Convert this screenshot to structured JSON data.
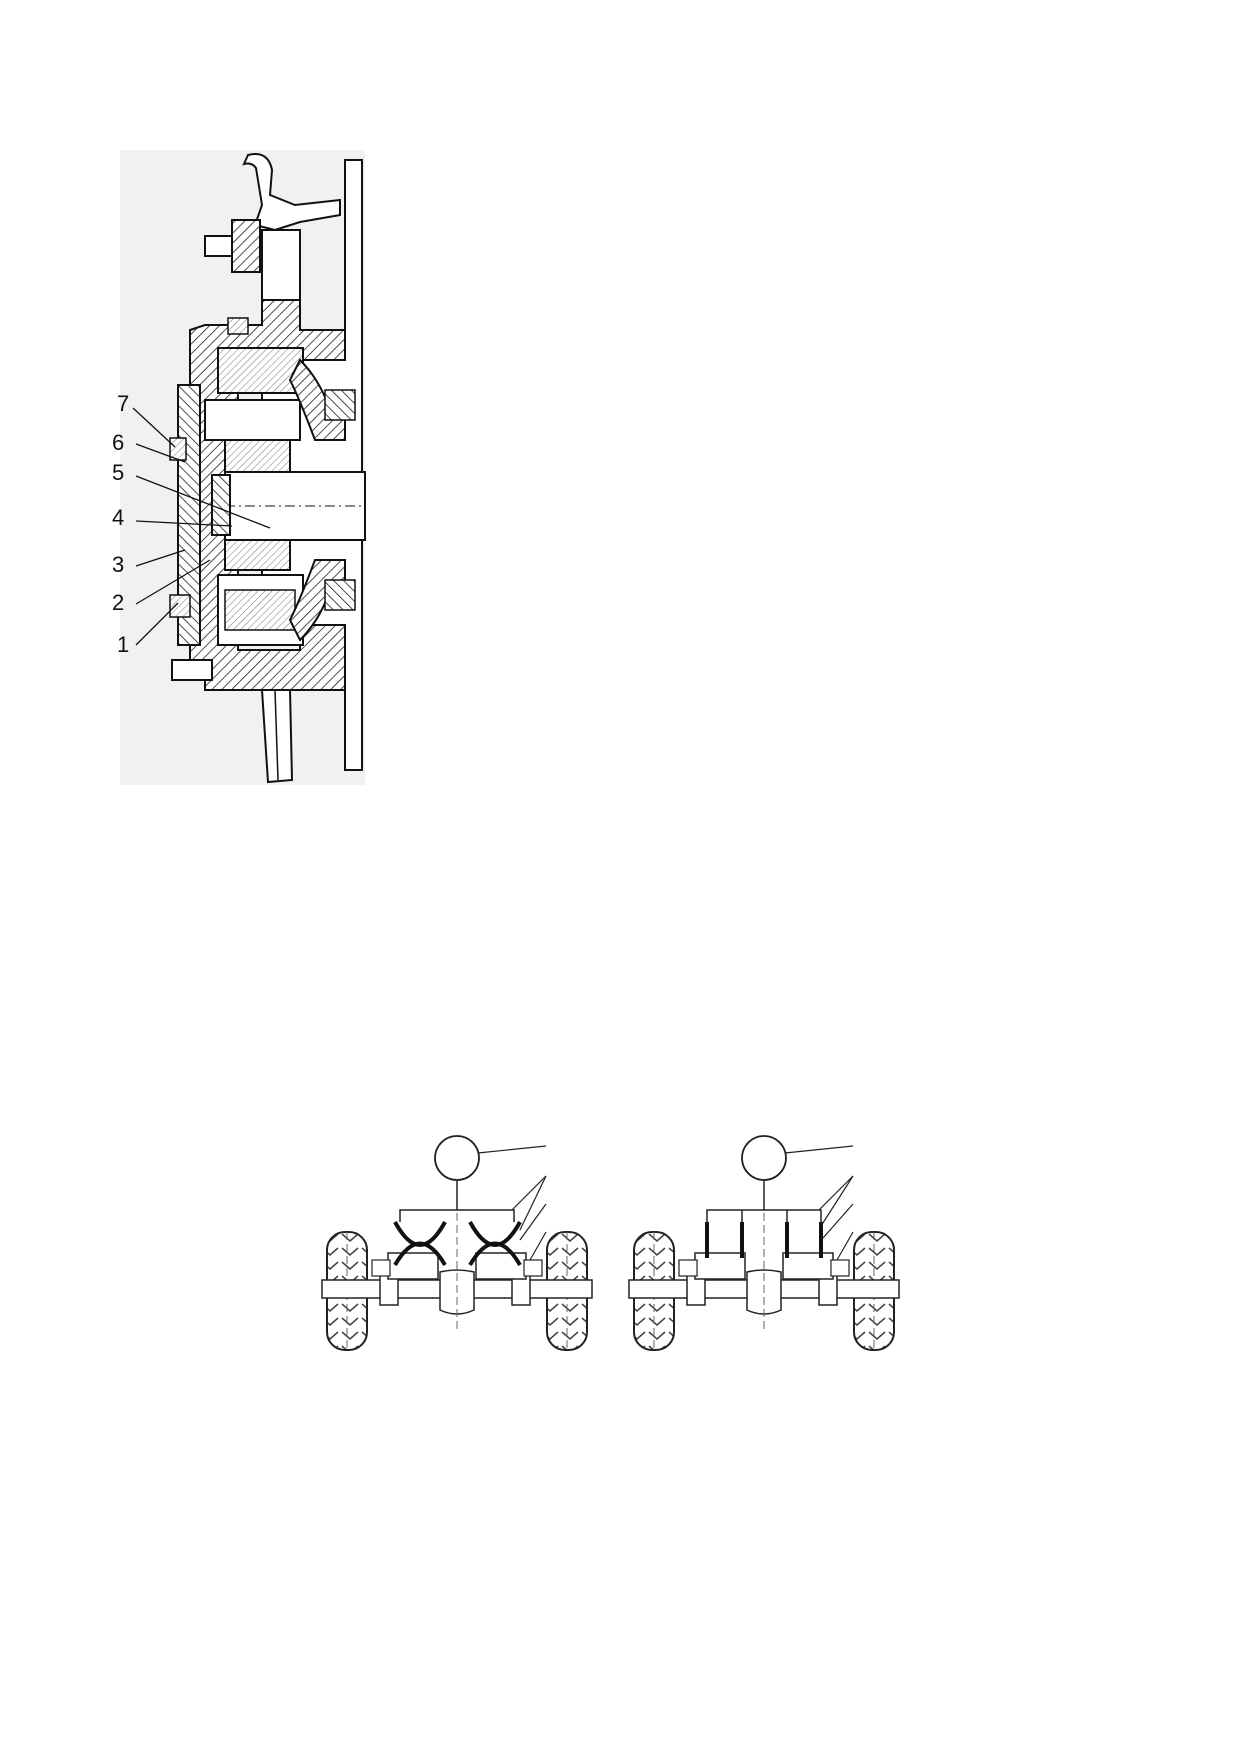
{
  "figure1": {
    "part_labels": [
      "1",
      "2",
      "3",
      "4",
      "5",
      "6",
      "7"
    ]
  },
  "figure2": {
    "panels": [
      "left",
      "right"
    ]
  }
}
